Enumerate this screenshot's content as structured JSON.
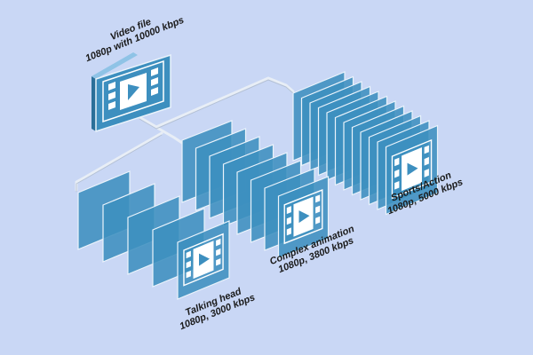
{
  "source": {
    "title": "Video file",
    "subtitle": "1080p with 10000 kbps",
    "icon": "film-play-icon"
  },
  "profiles": [
    {
      "name": "Talking head",
      "detail": "1080p, 3000 kbps",
      "icon": "film-play-icon"
    },
    {
      "name": "Complex animation",
      "detail": "1080p, 3800 kbps",
      "icon": "film-play-icon"
    },
    {
      "name": "Sports/Action",
      "detail": "1080p, 5000 kbps",
      "icon": "film-play-icon"
    }
  ],
  "colors": {
    "background": "#c9d7f5",
    "frame_fill": "#3d8fbf",
    "frame_dark": "#2b6f99",
    "frame_edge": "#eaf3fb",
    "icon_fill": "#ffffff",
    "connector": "#e8eef6"
  }
}
